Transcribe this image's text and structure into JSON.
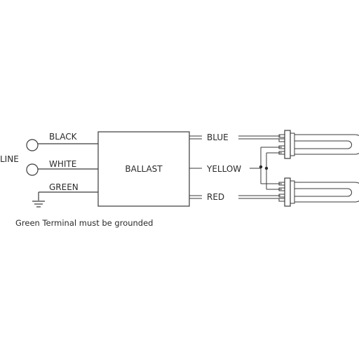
{
  "diagram": {
    "line_label": "LINE",
    "ballast_label": "BALLAST",
    "inputs": {
      "black": "BLACK",
      "white": "WHITE",
      "green": "GREEN"
    },
    "outputs": {
      "blue": "BLUE",
      "yellow": "YELLOW",
      "red": "RED"
    },
    "note": "Green Terminal must be grounded"
  }
}
